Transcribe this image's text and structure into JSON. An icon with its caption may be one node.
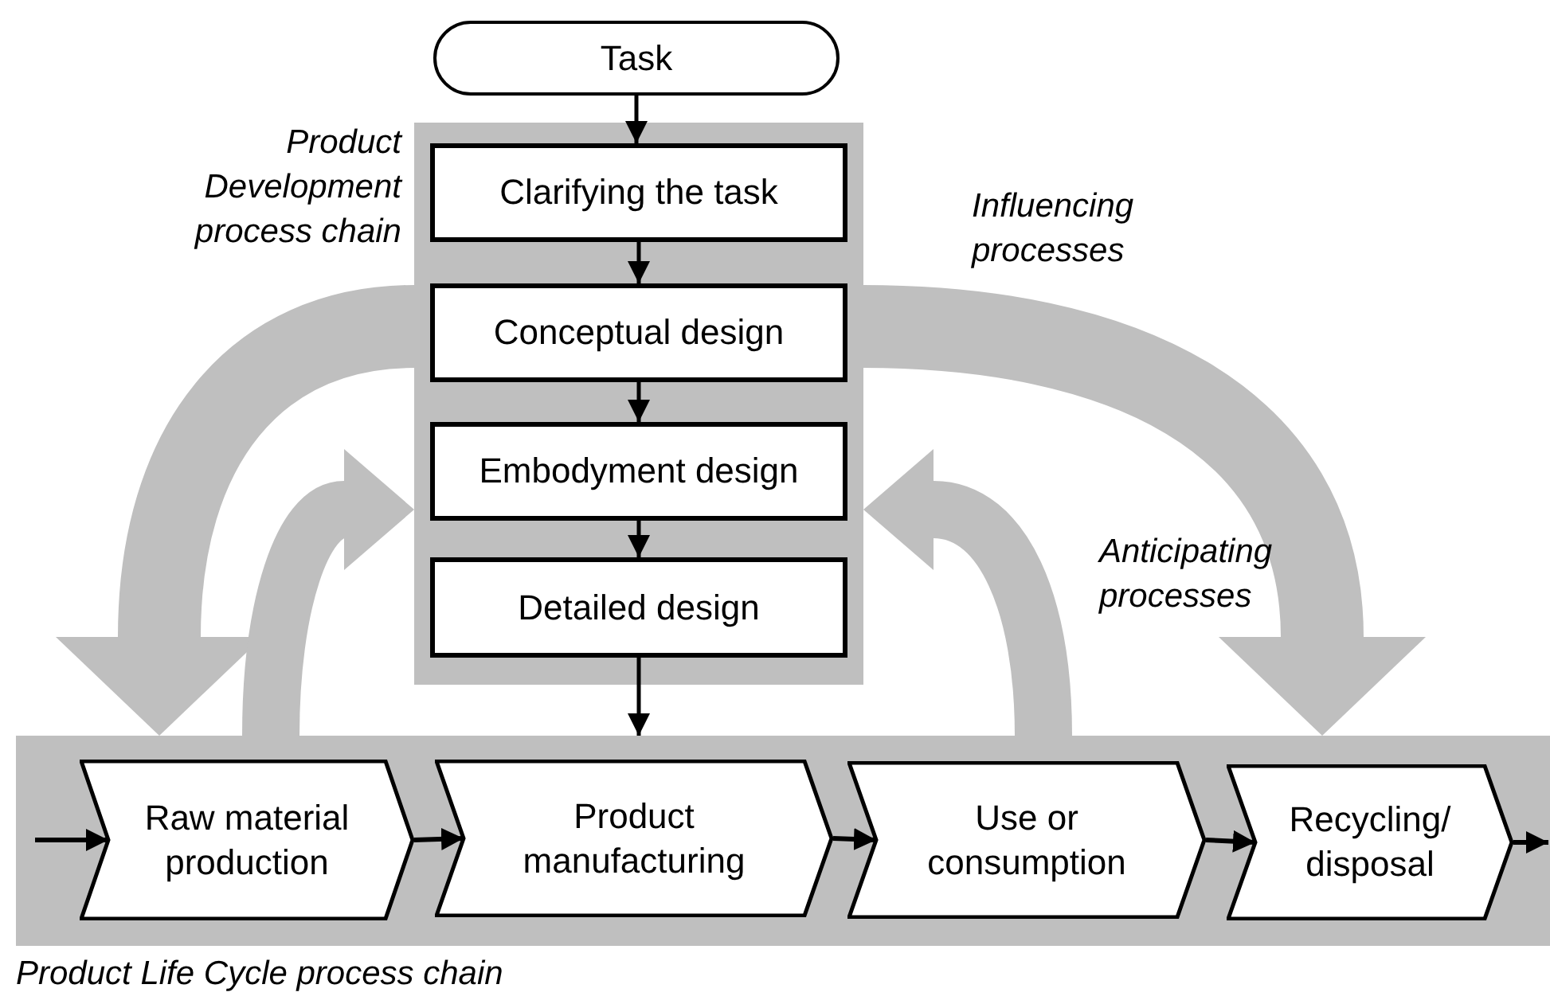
{
  "diagram": {
    "nodes": [
      {
        "text": [
          "Task"
        ]
      },
      {
        "text": [],
        "shape": "box",
        "beside": [
          "Product Development process chain"
        ]
      },
      {
        "text": [
          "Clarifying the task"
        ],
        "in": 1
      },
      {
        "text": [
          "Conceptual design"
        ],
        "in": 1
      },
      {
        "text": [
          "Embodyment design"
        ],
        "in": 1
      },
      {
        "text": [
          "Detailed design"
        ],
        "in": 1
      },
      {
        "text": [],
        "shape": "box",
        "beside": [
          "Product Life Cycle process chain"
        ]
      },
      {
        "text": [
          "Raw material production"
        ],
        "in": 6
      },
      {
        "text": [
          "Product manufacturing"
        ],
        "in": 6
      },
      {
        "text": [
          "Use or consumption"
        ],
        "in": 6
      },
      {
        "text": [
          "Recycling/ disposal"
        ],
        "in": 6
      }
    ],
    "edges": [
      {
        "from": 0,
        "to": 2,
        "arrow": "to"
      },
      {
        "from": 2,
        "to": 3,
        "arrow": "to"
      },
      {
        "from": 3,
        "to": 4,
        "arrow": "to"
      },
      {
        "from": 4,
        "to": 5,
        "arrow": "to"
      },
      {
        "from": 5,
        "to": 6,
        "arrow": "to"
      },
      {
        "from": null,
        "to": 7,
        "arrow": "to"
      },
      {
        "from": 7,
        "to": 8,
        "arrow": "to"
      },
      {
        "from": 8,
        "to": 9,
        "arrow": "to"
      },
      {
        "from": 9,
        "to": 10,
        "arrow": "to"
      },
      {
        "from": 10,
        "to": null,
        "arrow": "to"
      },
      {
        "from": 1,
        "to": 6,
        "arrow": "to",
        "style": "thick",
        "color": "#bfbfbf"
      },
      {
        "from": 6,
        "to": 1,
        "arrow": "to",
        "style": "thick",
        "color": "#bfbfbf"
      },
      {
        "from": 6,
        "to": 1,
        "arrow": "to",
        "style": "thick",
        "color": "#bfbfbf"
      },
      {
        "from": 1,
        "to": 6,
        "arrow": "to",
        "style": "thick",
        "color": "#bfbfbf"
      }
    ],
    "labels": [
      "Influencing processes",
      "Anticipating processes"
    ]
  }
}
